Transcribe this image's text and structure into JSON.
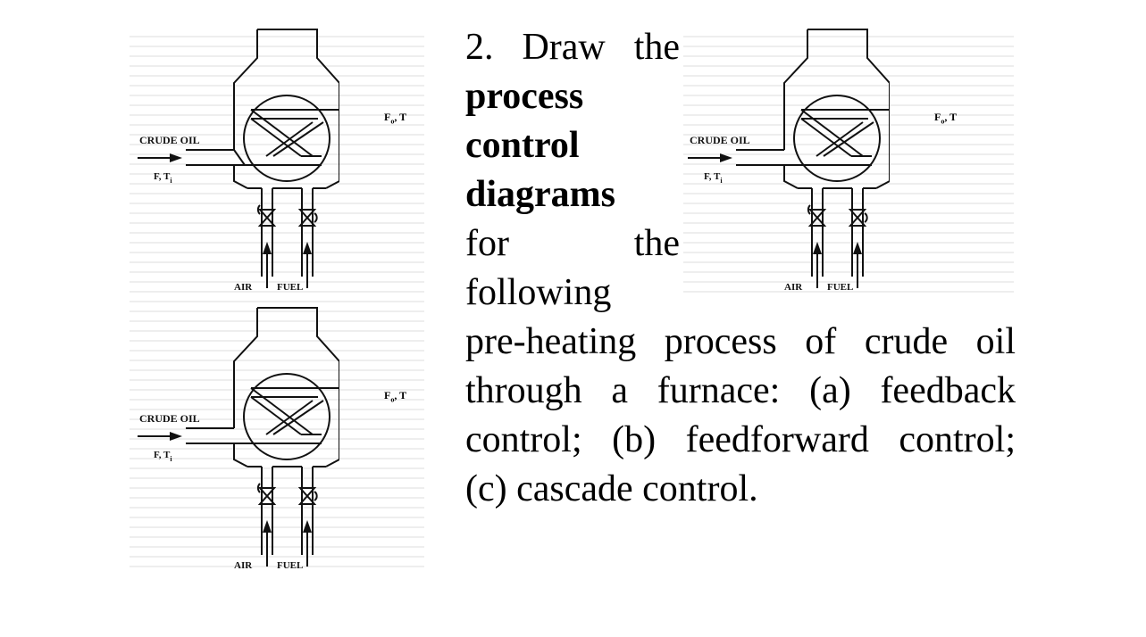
{
  "diagram": {
    "labels": {
      "crude_oil": "CRUDE OIL",
      "feed": "F, T",
      "feed_sub": "i",
      "outlet": "F",
      "outlet_sub": "o",
      "outlet_t": ", T",
      "air": "AIR",
      "fuel": "FUEL"
    }
  },
  "question": {
    "number": "2.",
    "intro": "Draw the",
    "bold_1": "process",
    "bold_2": "control",
    "bold_3": "diagrams",
    "for_word": "for",
    "the_word": "the",
    "following": "following",
    "line_1": "pre-heating process of crude oil",
    "line_2": "through a furnace: (a) feedback",
    "line_3": "control; (b) feedforward control;",
    "line_4": "(c) cascade control."
  }
}
